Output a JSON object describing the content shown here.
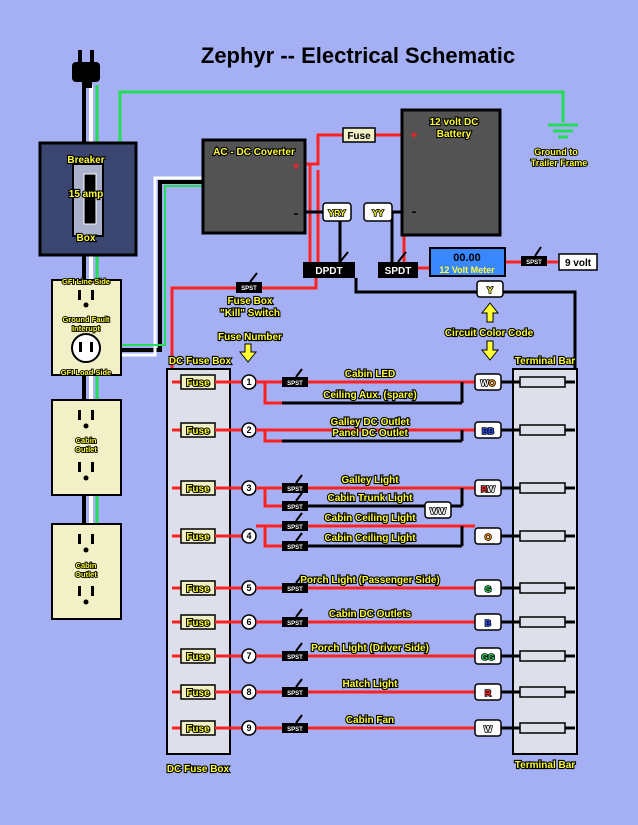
{
  "title": "Zephyr -- Electrical Schematic",
  "labels": {
    "breaker": "Breaker",
    "breaker_amp": "15 amp",
    "breaker_box": "Box",
    "gfi_line": "GFI Line Side",
    "gfi_interrupt_1": "Ground Fault",
    "gfi_interrupt_2": "Interupt",
    "gfi_load": "GFI Load Side",
    "cabin_outlet_1": "Cabin",
    "cabin_outlet_2": "Outlet",
    "converter": "AC - DC Coverter",
    "battery_1": "12 volt DC",
    "battery_2": "Battery",
    "ground_1": "Ground to",
    "ground_2": "Trailer Frame",
    "fuse": "Fuse",
    "dpdt": "DPDT",
    "spdt": "SPDT",
    "spst": "SPST",
    "meter_value": "00.00",
    "meter_label": "12 Volt Meter",
    "nine_volt": "9 volt",
    "kill_1": "Fuse Box",
    "kill_2": "\"Kill\" Switch",
    "fuse_number": "Fuse Number",
    "circuit_color_code": "Circuit Color Code",
    "dc_fuse_box": "DC Fuse Box",
    "terminal_bar": "Terminal Bar",
    "plus": "+",
    "minus": "-"
  },
  "colors": {
    "background": "#a4b0f3",
    "hot": "#ff2020",
    "ground": "#22dd55",
    "neutral": "#ffffff",
    "label": "#ffff33"
  },
  "top_codes": [
    "YRY",
    "YY",
    "Y"
  ],
  "circuits": [
    {
      "fuse": "1",
      "loads": [
        {
          "label": "Cabin LED",
          "switch": "SPST"
        },
        {
          "label": "Ceiling Aux. (spare)",
          "switch": ""
        }
      ],
      "code": "WO"
    },
    {
      "fuse": "2",
      "loads": [
        {
          "label": "Galley DC Outlet",
          "switch": ""
        },
        {
          "label": "Panel DC Outlet",
          "switch": ""
        }
      ],
      "code": "BB"
    },
    {
      "fuse": "3",
      "loads": [
        {
          "label": "Galley Light",
          "switch": "SPST"
        },
        {
          "label": "Cabin Trunk Light",
          "switch": "SPST"
        }
      ],
      "code": "RW",
      "extra_code": "WW"
    },
    {
      "fuse": "4",
      "loads": [
        {
          "label": "Cabin Ceiling Light",
          "switch": "SPST"
        },
        {
          "label": "Cabin Ceiling Light",
          "switch": "SPST"
        }
      ],
      "code": "O"
    },
    {
      "fuse": "5",
      "loads": [
        {
          "label": "Porch Light (Passenger Side)",
          "switch": "SPST"
        }
      ],
      "code": "G"
    },
    {
      "fuse": "6",
      "loads": [
        {
          "label": "Cabin DC Outlets",
          "switch": "SPST"
        }
      ],
      "code": "B"
    },
    {
      "fuse": "7",
      "loads": [
        {
          "label": "Porch Light (Driver Side)",
          "switch": "SPST"
        }
      ],
      "code": "GG"
    },
    {
      "fuse": "8",
      "loads": [
        {
          "label": "Hatch Light",
          "switch": "SPST"
        }
      ],
      "code": "R"
    },
    {
      "fuse": "9",
      "loads": [
        {
          "label": "Cabin Fan",
          "switch": "SPST"
        }
      ],
      "code": "W"
    }
  ]
}
